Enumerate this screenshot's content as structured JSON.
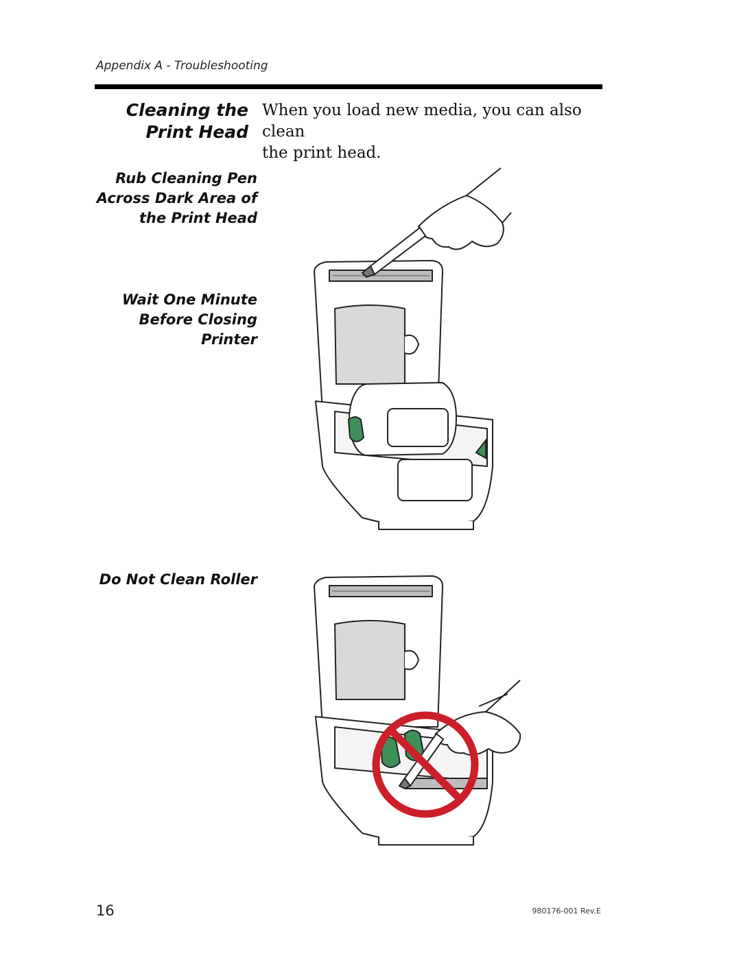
{
  "header": {
    "running_head": "Appendix A - Troubleshooting"
  },
  "section": {
    "title_line1": "Cleaning the",
    "title_line2": "Print Head",
    "intro_line1": "When you load new media, you can also clean",
    "intro_line2": "the print head."
  },
  "captions": {
    "rub_line1": "Rub Cleaning Pen",
    "rub_line2": "Across Dark Area of",
    "rub_line3": "the Print Head",
    "wait_line1": "Wait One Minute",
    "wait_line2": "Before Closing",
    "wait_line3": "Printer",
    "no_roller": "Do Not Clean Roller"
  },
  "figures": {
    "fig1_icons": [
      "printer-icon",
      "hand-icon",
      "cleaning-pen-icon",
      "media-roll-icon"
    ],
    "fig2_icons": [
      "printer-icon",
      "hand-icon",
      "cleaning-pen-icon",
      "prohibition-icon"
    ],
    "colors": {
      "spindle": "#3f8f5a",
      "prohibition": "#cc1f2a",
      "inner_panel": "#d9d9d9"
    }
  },
  "footer": {
    "page_number": "16",
    "doc_id": "980176-001 Rev.E"
  }
}
